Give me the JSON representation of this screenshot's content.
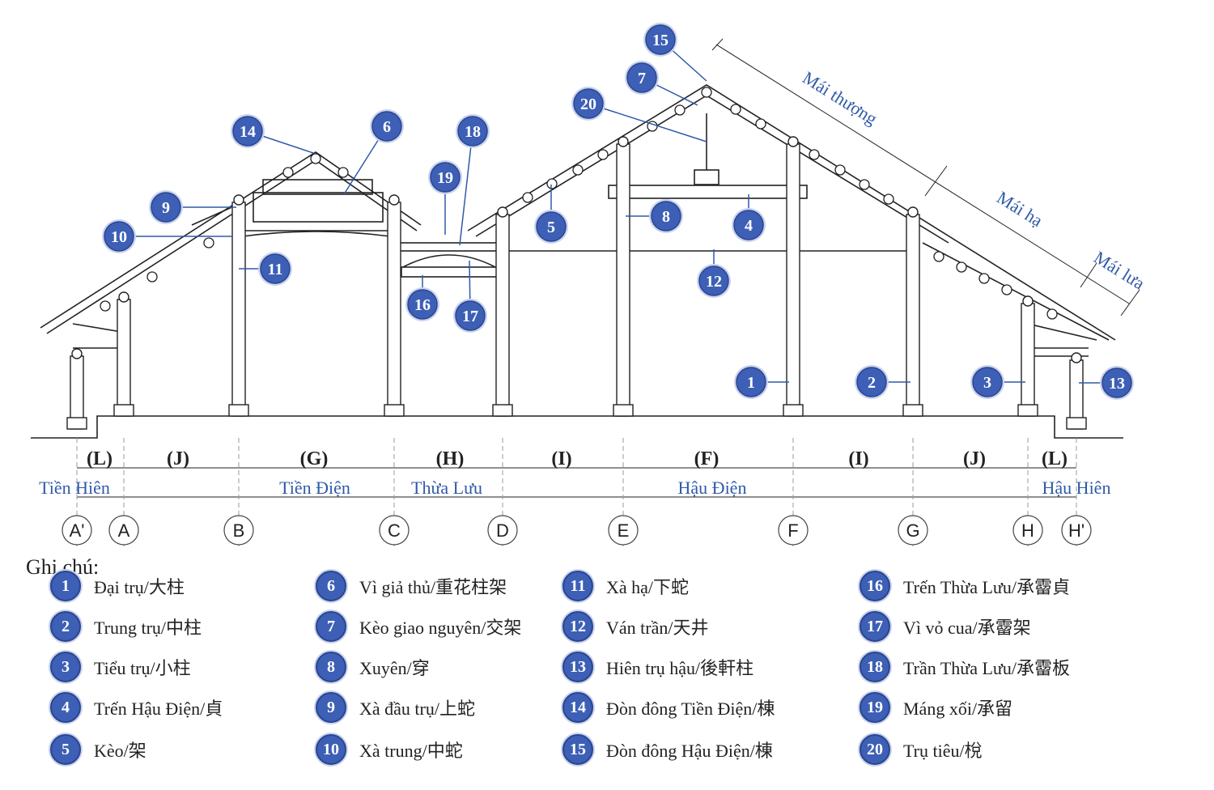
{
  "roof_labels": {
    "upper": "Mái thượng",
    "lower": "Mái hạ",
    "eave": "Mái lưa"
  },
  "bays": [
    "(L)",
    "(J)",
    "(G)",
    "(H)",
    "(I)",
    "(F)",
    "(I)",
    "(J)",
    "(L)"
  ],
  "sections": [
    "Tiền Hiên",
    "Tiền Điện",
    "Thừa Lưu",
    "Hậu Điện",
    "Hậu Hiên"
  ],
  "axes": [
    "A'",
    "A",
    "B",
    "C",
    "D",
    "E",
    "F",
    "G",
    "H",
    "H'"
  ],
  "callouts": [
    "1",
    "2",
    "3",
    "4",
    "5",
    "6",
    "7",
    "8",
    "9",
    "10",
    "11",
    "12",
    "13",
    "14",
    "15",
    "16",
    "17",
    "18",
    "19",
    "20"
  ],
  "legend_title": "Ghi chú:",
  "legend": [
    {
      "num": "1",
      "label": "Đại trụ/大柱"
    },
    {
      "num": "2",
      "label": "Trung trụ/中柱"
    },
    {
      "num": "3",
      "label": "Tiểu trụ/小柱"
    },
    {
      "num": "4",
      "label": "Trến Hậu Điện/貞"
    },
    {
      "num": "5",
      "label": "Kèo/架"
    },
    {
      "num": "6",
      "label": "Vì giả thủ/重花柱架"
    },
    {
      "num": "7",
      "label": "Kèo giao nguyên/交架"
    },
    {
      "num": "8",
      "label": "Xuyên/穿"
    },
    {
      "num": "9",
      "label": "Xà đầu trụ/上蛇"
    },
    {
      "num": "10",
      "label": "Xà trung/中蛇"
    },
    {
      "num": "11",
      "label": "Xà hạ/下蛇"
    },
    {
      "num": "12",
      "label": "Ván trần/天井"
    },
    {
      "num": "13",
      "label": "Hiên trụ hậu/後軒柱"
    },
    {
      "num": "14",
      "label": "Đòn đông Tiền Điện/棟"
    },
    {
      "num": "15",
      "label": "Đòn đông Hậu Điện/棟"
    },
    {
      "num": "16",
      "label": "Trến Thừa Lưu/承霤貞"
    },
    {
      "num": "17",
      "label": "Vì vỏ cua/承霤架"
    },
    {
      "num": "18",
      "label": "Trần Thừa Lưu/承霤板"
    },
    {
      "num": "19",
      "label": "Máng xối/承留"
    },
    {
      "num": "20",
      "label": "Trụ tiêu/梲"
    }
  ],
  "colors": {
    "accent": "#3d5fb5",
    "label_blue": "#2f5aa8",
    "line": "#222222"
  }
}
